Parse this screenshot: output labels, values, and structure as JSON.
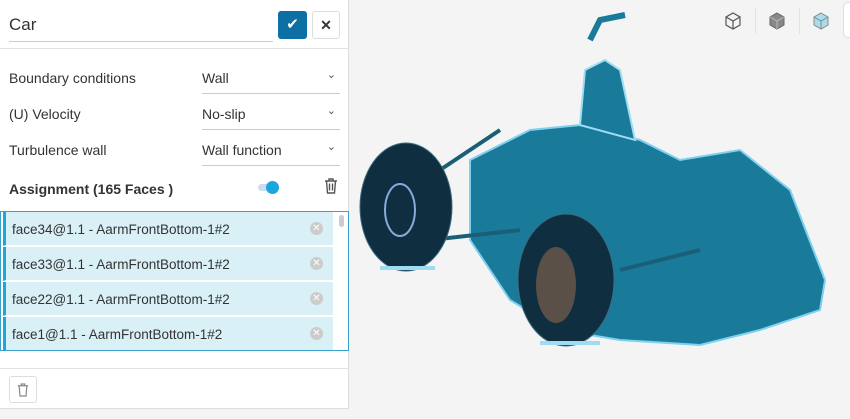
{
  "header": {
    "title": "Car",
    "confirm_icon": "check-icon",
    "cancel_icon": "close-icon"
  },
  "fields": [
    {
      "label": "Boundary conditions",
      "value": "Wall"
    },
    {
      "label": "(U) Velocity",
      "value": "No-slip"
    },
    {
      "label": "Turbulence wall",
      "value": "Wall function"
    }
  ],
  "assignment": {
    "label": "Assignment (165 Faces )",
    "toggle_on": true
  },
  "faces": [
    "face34@1.1 - AarmFrontBottom-1#2",
    "face33@1.1 - AarmFrontBottom-1#2",
    "face22@1.1 - AarmFrontBottom-1#2",
    "face1@1.1 - AarmFrontBottom-1#2"
  ],
  "colors": {
    "accent": "#0d6fa3",
    "selection": "#d9f0f7",
    "mesh": "#1a7a99"
  }
}
